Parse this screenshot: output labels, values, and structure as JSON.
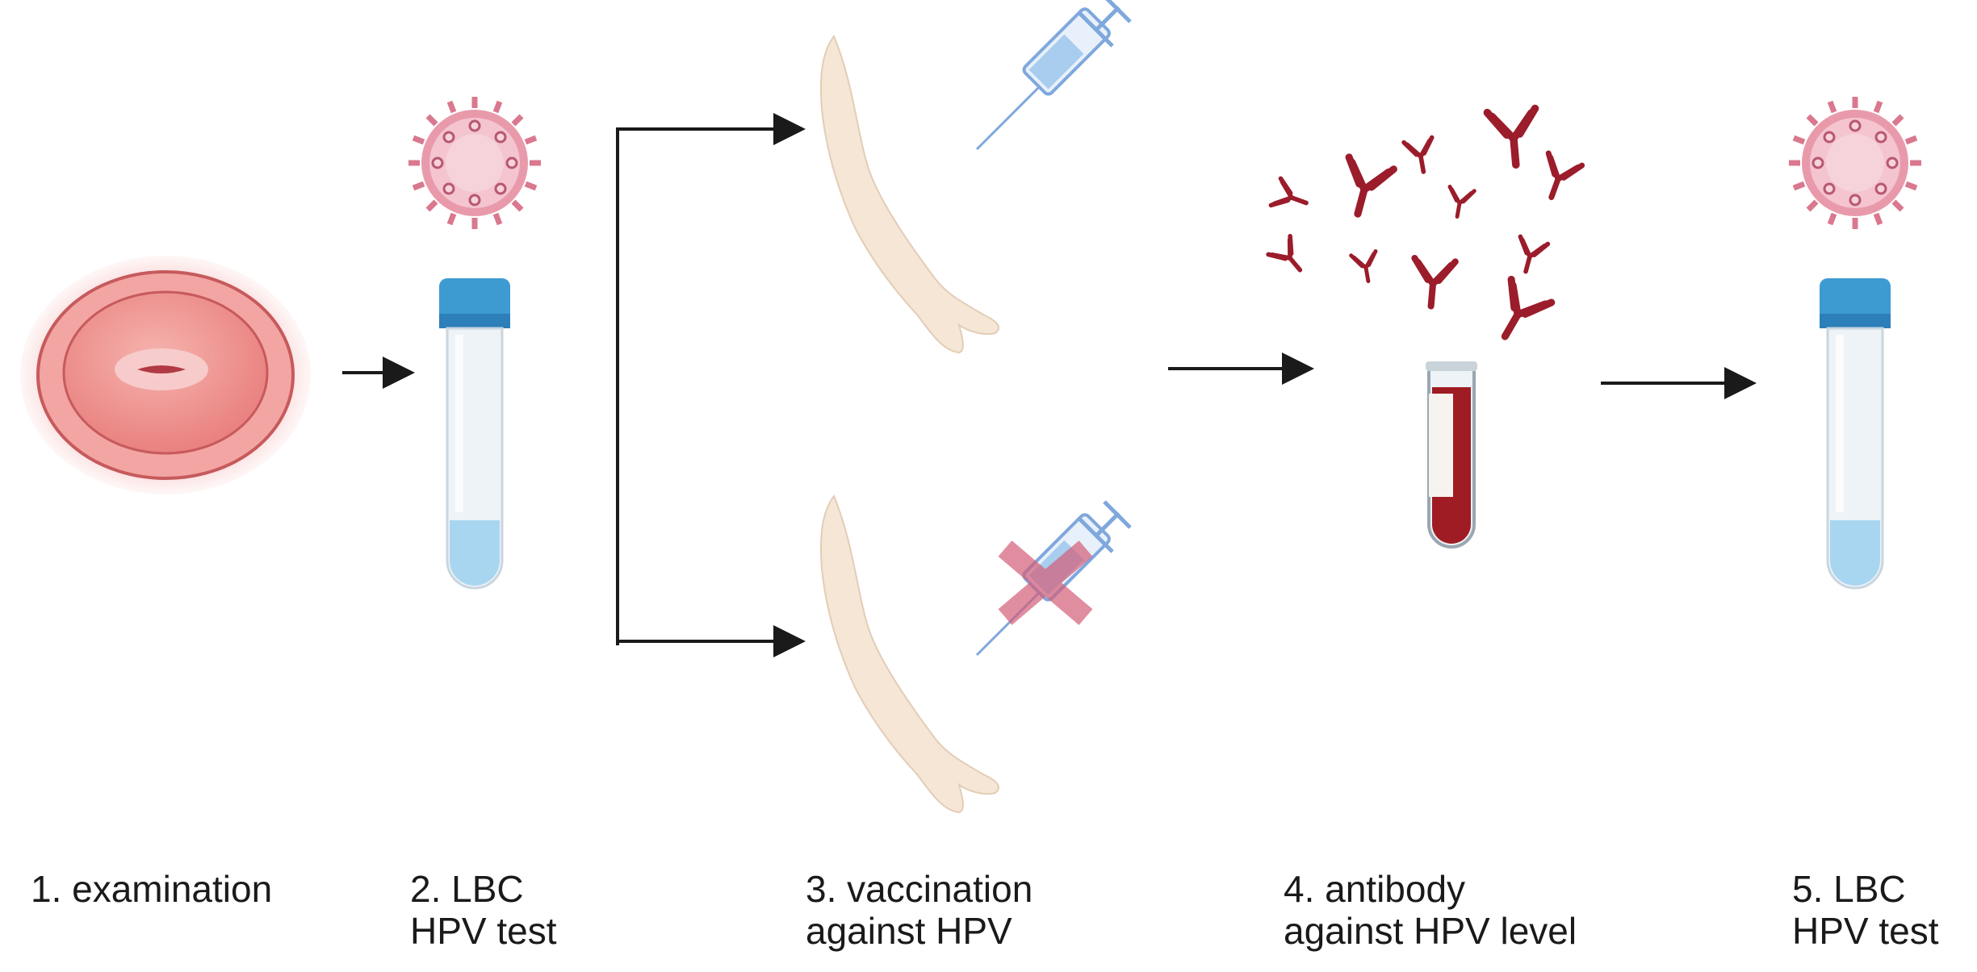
{
  "steps": [
    {
      "line1": "1.  examination",
      "line2": ""
    },
    {
      "line1": "2. LBC",
      "line2": "HPV test"
    },
    {
      "line1": "3. vaccination",
      "line2": "against HPV"
    },
    {
      "line1": "4. antibody",
      "line2": "against HPV level"
    },
    {
      "line1": "5. LBC",
      "line2": "HPV test"
    }
  ],
  "colors": {
    "arrow": "#1a1a1a",
    "virus": "#d9788e",
    "tube_cap": "#3d9bd2",
    "tube_liquid": "#a8d6f0",
    "antibody": "#9b1c2a",
    "blood": "#a01c24",
    "skin": "#f5e6d6",
    "syringe": "#7fa8dc",
    "cross": "#d45d78",
    "cervix": "#e87a7e"
  }
}
